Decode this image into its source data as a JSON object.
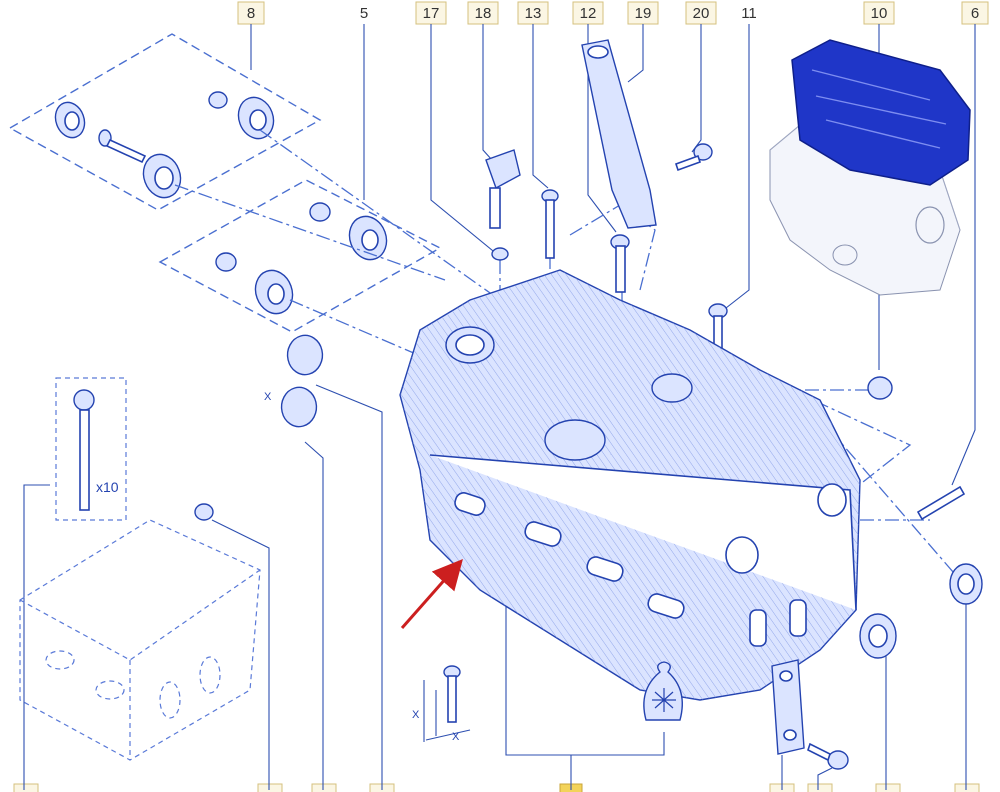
{
  "callouts_top": [
    "8",
    "5",
    "17",
    "18",
    "13",
    "12",
    "19",
    "20",
    "11",
    "10",
    "6"
  ],
  "multiplier": "x10",
  "dimension_symbol": "X",
  "colors": {
    "line": "#2443b0",
    "arrow": "#cc1f1f",
    "engine_highlight": "#1f36c8",
    "callout_bg": "#fbf6e4"
  }
}
